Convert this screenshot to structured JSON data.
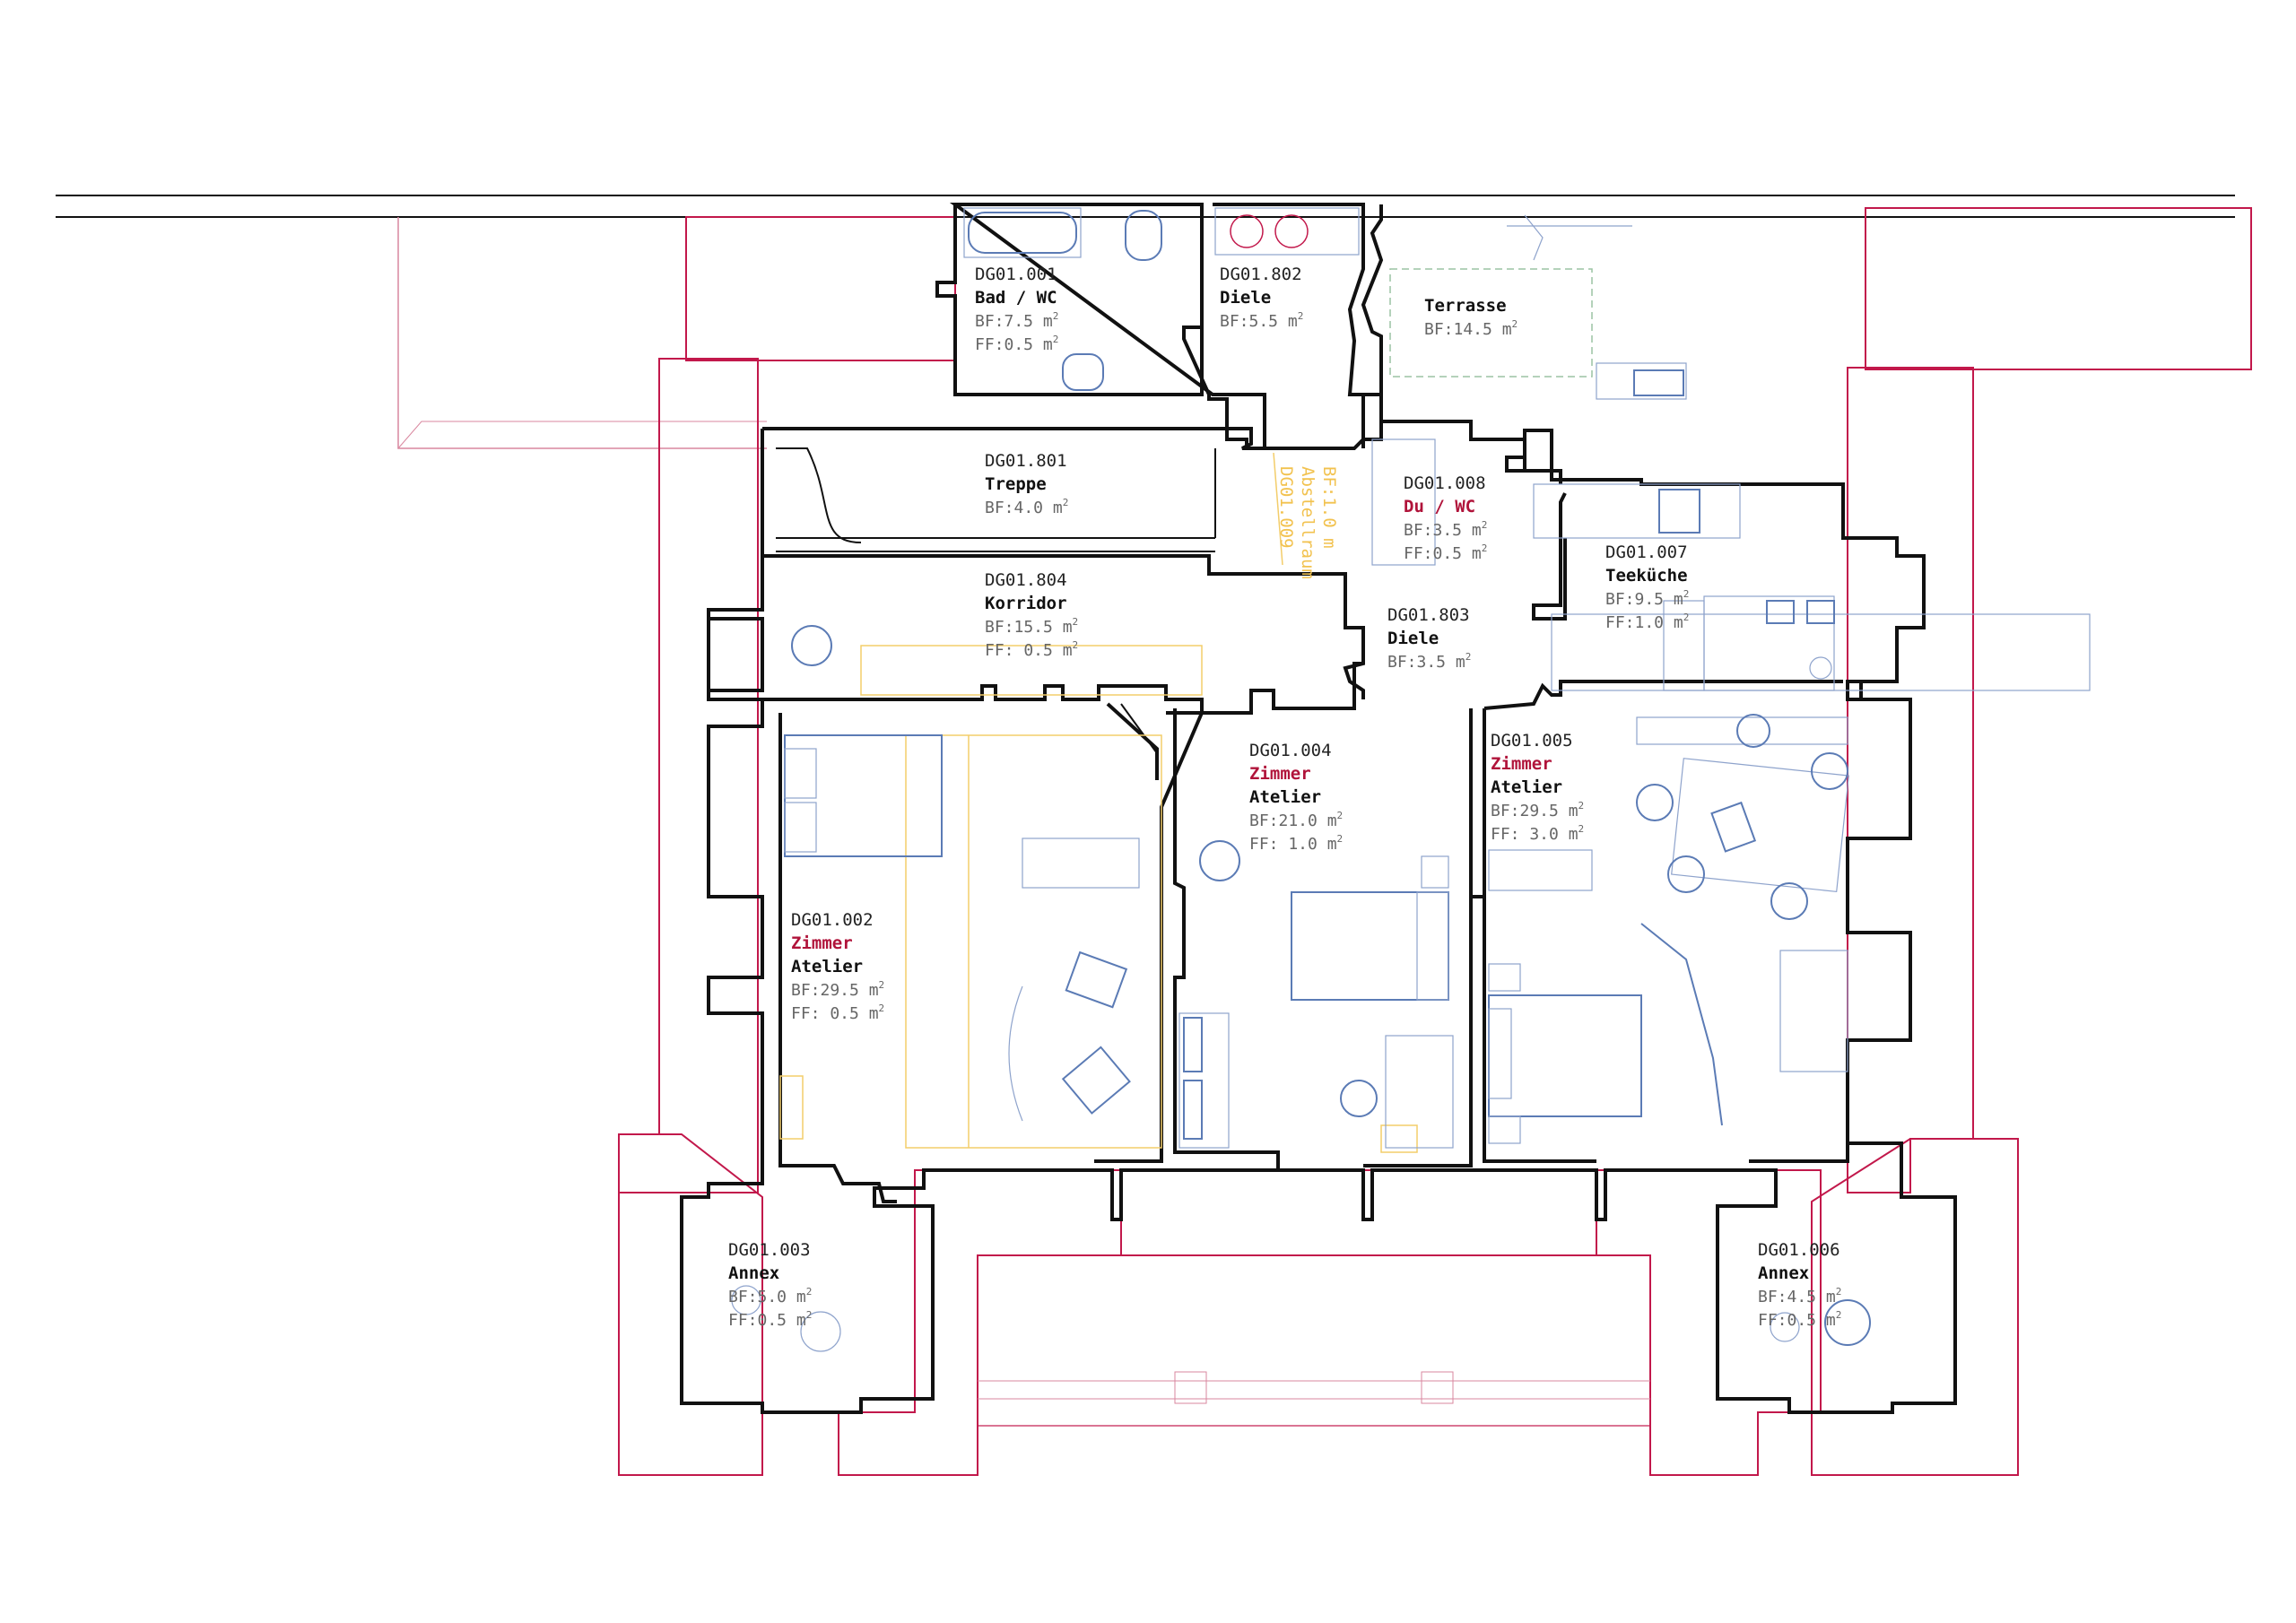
{
  "rooms": [
    {
      "id": "r001",
      "code": "DG01.001",
      "name": "Bad / WC",
      "usage": "",
      "bf": "BF:7.5 m",
      "ff": "FF:0.5 m"
    },
    {
      "id": "r802",
      "code": "DG01.802",
      "name": "Diele",
      "usage": "",
      "bf": "BF:5.5 m",
      "ff": ""
    },
    {
      "id": "rterr",
      "code": "",
      "name": "Terrasse",
      "usage": "",
      "bf": "BF:14.5 m",
      "ff": ""
    },
    {
      "id": "r801",
      "code": "DG01.801",
      "name": "Treppe",
      "usage": "",
      "bf": "BF:4.0 m",
      "ff": ""
    },
    {
      "id": "r008",
      "code": "DG01.008",
      "name": "",
      "usage": "Du / WC",
      "bf": "BF:3.5 m",
      "ff": "FF:0.5 m"
    },
    {
      "id": "r007",
      "code": "DG01.007",
      "name": "Teeküche",
      "usage": "",
      "bf": "BF:9.5 m",
      "ff": "FF:1.0 m"
    },
    {
      "id": "r804",
      "code": "DG01.804",
      "name": "Korridor",
      "usage": "",
      "bf": "BF:15.5 m",
      "ff": "FF: 0.5 m"
    },
    {
      "id": "r803",
      "code": "DG01.803",
      "name": "Diele",
      "usage": "",
      "bf": "BF:3.5 m",
      "ff": ""
    },
    {
      "id": "r004",
      "code": "DG01.004",
      "name": "Atelier",
      "usage": "Zimmer",
      "bf": "BF:21.0 m",
      "ff": "FF: 1.0 m"
    },
    {
      "id": "r005",
      "code": "DG01.005",
      "name": "Atelier",
      "usage": "Zimmer",
      "bf": "BF:29.5 m",
      "ff": "FF: 3.0 m"
    },
    {
      "id": "r002",
      "code": "DG01.002",
      "name": "Atelier",
      "usage": "Zimmer",
      "bf": "BF:29.5 m",
      "ff": "FF: 0.5 m"
    },
    {
      "id": "r003",
      "code": "DG01.003",
      "name": "Annex",
      "usage": "",
      "bf": "BF:5.0 m",
      "ff": "FF:0.5 m"
    },
    {
      "id": "r006",
      "code": "DG01.006",
      "name": "Annex",
      "usage": "",
      "bf": "BF:4.5 m",
      "ff": "FF:0.5 m"
    }
  ],
  "storage": {
    "code": "DG01.009",
    "name": "Abstellraum",
    "bf": "BF:1.0 m"
  },
  "superscript": "2",
  "colors": {
    "wall": "#111111",
    "roof": "#c2184b",
    "furniture": "#5b7bb5",
    "usage": "#b0133a",
    "yellow": "#f3cd6a"
  }
}
